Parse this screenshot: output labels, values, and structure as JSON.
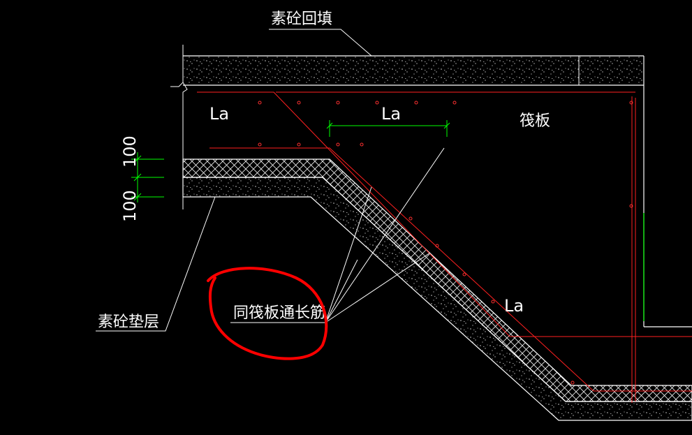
{
  "labels": {
    "backfill": "素砼回填",
    "raft": "筏板",
    "cushion": "素砼垫层",
    "same_rebar": "同筏板通长筋",
    "la_left": "La",
    "la_middle": "La",
    "la_slope": "La",
    "dim_upper": "100",
    "dim_lower": "100"
  },
  "colors": {
    "background": "#000000",
    "line": "#ffffff",
    "rebar": "#ff2020",
    "dimension": "#00ff00",
    "highlight": "#ff0000"
  }
}
